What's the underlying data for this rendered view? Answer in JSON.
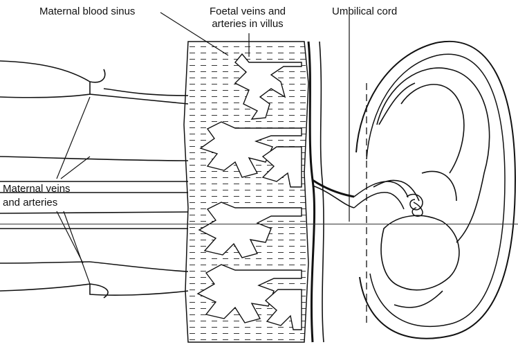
{
  "labels": {
    "maternal_blood_sinus": "Maternal blood sinus",
    "foetal_vessels_line1": "Foetal veins and",
    "foetal_vessels_line2": "arteries in villus",
    "umbilical_cord": "Umbilical cord",
    "maternal_vessels_line1": "Maternal veins",
    "maternal_vessels_line2": "and arteries"
  },
  "colors": {
    "ink": "#111111",
    "paper": "#ffffff",
    "blood_hatch": "#333333"
  }
}
